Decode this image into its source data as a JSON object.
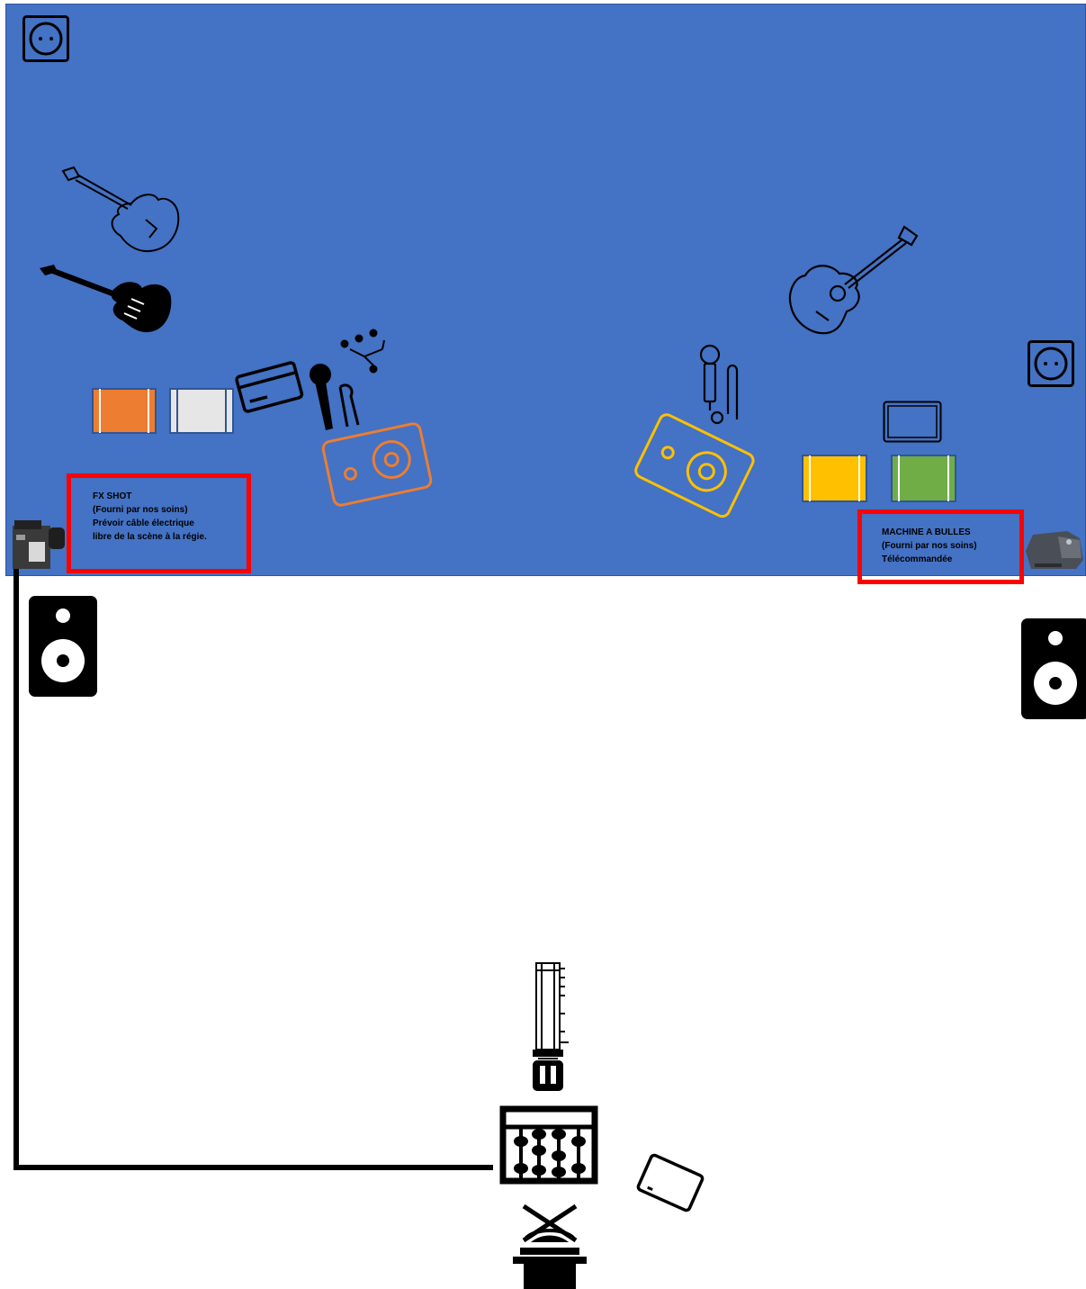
{
  "colors": {
    "stage": "#4472c4",
    "note_border": "#ff0000",
    "orange": "#ed7d31",
    "gray_light": "#e7e6e6",
    "yellow": "#ffc000",
    "green": "#70ad47",
    "ink": "#000000"
  },
  "notes": {
    "fx_shot": {
      "title": "FX SHOT",
      "line2": "(Fourni par nos soins)",
      "line3": "Prévoir câble électrique",
      "line4": "libre de la scène à la régie."
    },
    "bubble_machine": {
      "title": "MACHINE A BULLES",
      "line2": "(Fourni par nos soins)",
      "line3": "Télécommandée"
    }
  },
  "icons": [
    "power-outlet-icon",
    "guitar-outline-icon",
    "electric-guitar-icon",
    "acoustic-guitar-icon",
    "amplifier-icon",
    "keyboard-icon",
    "microphone-icon",
    "stage-monitor-icon",
    "di-box-icon",
    "pa-speaker-icon",
    "fog-machine-icon",
    "bubble-machine-icon",
    "lighting-fixture-icon",
    "mixing-console-icon",
    "tablet-icon",
    "operator-chair-icon"
  ]
}
